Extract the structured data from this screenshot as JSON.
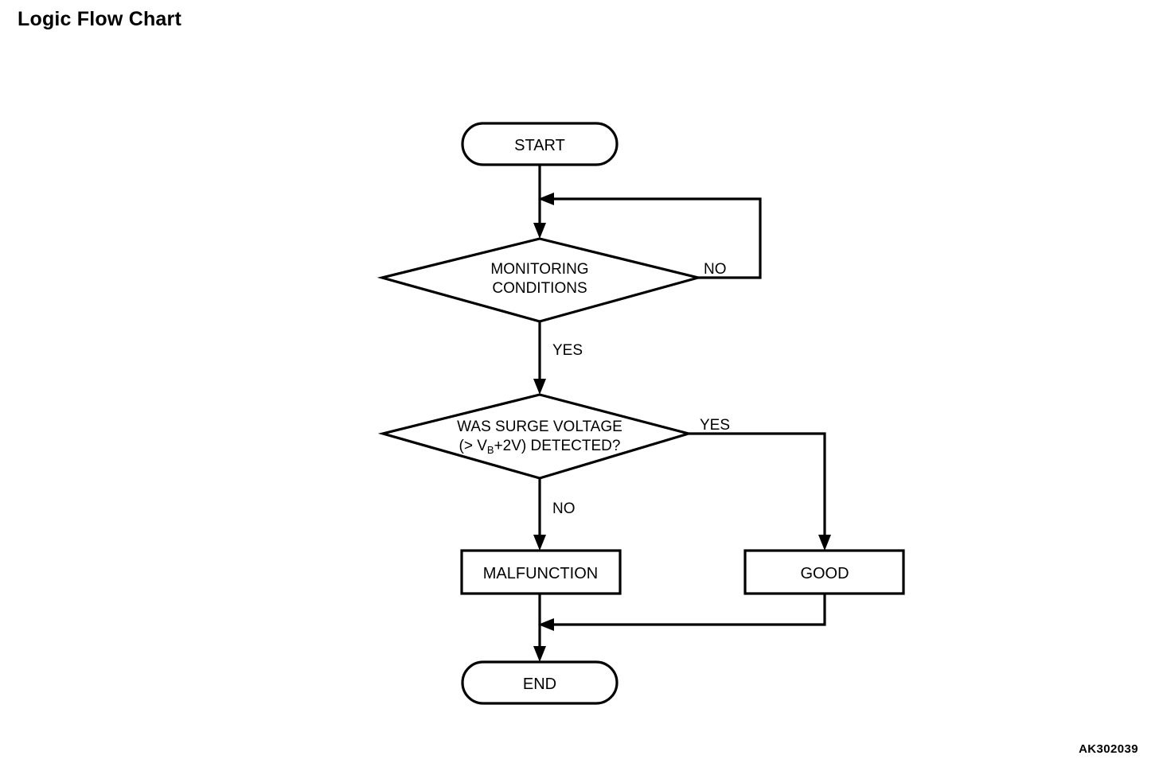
{
  "page": {
    "title": "Logic Flow Chart",
    "image_code": "AK302039",
    "background_color": "#ffffff",
    "line_color": "#000000"
  },
  "chart_data": {
    "type": "flowchart",
    "title": "Logic Flow Chart",
    "nodes": [
      {
        "id": "start",
        "shape": "rounded-rectangle",
        "label": "START"
      },
      {
        "id": "monitoring",
        "shape": "diamond",
        "label": "MONITORING CONDITIONS",
        "lines": [
          "MONITORING",
          "CONDITIONS"
        ]
      },
      {
        "id": "surge",
        "shape": "diamond",
        "label": "WAS SURGE VOLTAGE (> VB+2V) DETECTED?",
        "lines": [
          "WAS SURGE VOLTAGE",
          "(> VB+2V) DETECTED?"
        ],
        "line2_prefix": "(> V",
        "line2_subscript": "B",
        "line2_suffix": "+2V) DETECTED?"
      },
      {
        "id": "malfunction",
        "shape": "rectangle",
        "label": "MALFUNCTION"
      },
      {
        "id": "good",
        "shape": "rectangle",
        "label": "GOOD"
      },
      {
        "id": "end",
        "shape": "rounded-rectangle",
        "label": "END"
      }
    ],
    "edges": [
      {
        "from": "start",
        "to": "monitoring",
        "label": ""
      },
      {
        "from": "monitoring",
        "to": "monitoring",
        "label": "NO",
        "routing": "right-up-left-loopback"
      },
      {
        "from": "monitoring",
        "to": "surge",
        "label": "YES"
      },
      {
        "from": "surge",
        "to": "good",
        "label": "YES",
        "routing": "right-down"
      },
      {
        "from": "surge",
        "to": "malfunction",
        "label": "NO"
      },
      {
        "from": "malfunction",
        "to": "end",
        "label": ""
      },
      {
        "from": "good",
        "to": "end",
        "label": "",
        "routing": "down-left-merge"
      }
    ]
  },
  "labels": {
    "start": "START",
    "monitoring_line1": "MONITORING",
    "monitoring_line2": "CONDITIONS",
    "monitoring_no": "NO",
    "monitoring_yes": "YES",
    "surge_line1": "WAS SURGE VOLTAGE",
    "surge_line2_prefix": "(> V",
    "surge_line2_sub": "B",
    "surge_line2_suffix": "+2V) DETECTED?",
    "surge_yes": "YES",
    "surge_no": "NO",
    "malfunction": "MALFUNCTION",
    "good": "GOOD",
    "end": "END"
  }
}
